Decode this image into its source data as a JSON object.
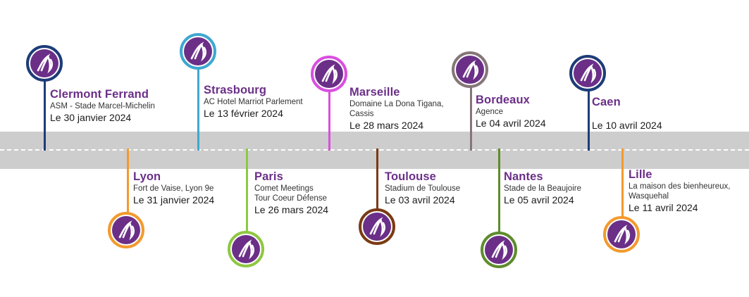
{
  "colors": {
    "city_text": "#6b2f88",
    "logo_fill": "#6b2f88",
    "road": "#cdcdcd"
  },
  "logo_icon": "alcatel-lucent-logo-icon",
  "stops": [
    {
      "city": "Clermont Ferrand",
      "venue": [
        "ASM - Stade Marcel-Michelin"
      ],
      "date": "Le 30 janvier 2024",
      "accent": "#1d3c78",
      "side": "top"
    },
    {
      "city": "Lyon",
      "venue": [
        "Fort de Vaise, Lyon 9e"
      ],
      "date": "Le 31 janvier 2024",
      "accent": "#f29a2e",
      "side": "bottom"
    },
    {
      "city": "Strasbourg",
      "venue": [
        "AC Hotel Marriot Parlement"
      ],
      "date": "Le 13 février 2024",
      "accent": "#3ea8d0",
      "side": "top"
    },
    {
      "city": "Paris",
      "venue": [
        "Comet Meetings",
        "Tour Coeur Défense"
      ],
      "date": "Le 26 mars 2024",
      "accent": "#8fc742",
      "side": "bottom"
    },
    {
      "city": "Marseille",
      "venue": [
        "Domaine La Dona Tigana,",
        "Cassis"
      ],
      "date": "Le 28 mars 2024",
      "accent": "#d94fe0",
      "side": "top"
    },
    {
      "city": "Toulouse",
      "venue": [
        "Stadium de Toulouse"
      ],
      "date": "Le 03 avril 2024",
      "accent": "#7a3b12",
      "side": "bottom"
    },
    {
      "city": "Bordeaux",
      "venue": [
        "Agence"
      ],
      "date": "Le 04 avril 2024",
      "accent": "#857678",
      "side": "top"
    },
    {
      "city": "Nantes",
      "venue": [
        "Stade de la Beaujoire"
      ],
      "date": "Le 05 avril 2024",
      "accent": "#5e8c2d",
      "side": "bottom"
    },
    {
      "city": "Caen",
      "venue": [],
      "date": "Le 10 avril 2024",
      "accent": "#1d3c78",
      "side": "top"
    },
    {
      "city": "Lille",
      "venue": [
        "La maison des bienheureux,",
        "Wasquehal"
      ],
      "date": "Le 11 avril 2024",
      "accent": "#f29a2e",
      "side": "bottom"
    }
  ]
}
